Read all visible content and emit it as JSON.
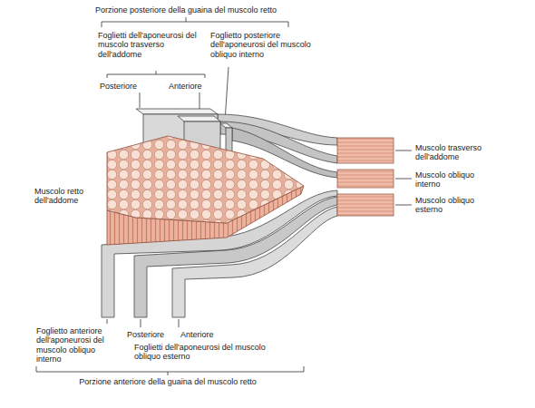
{
  "diagram": {
    "labels": [
      "Porzione posteriore della guaina del muscolo retto",
      "Foglietti dell'aponeurosi del muscolo trasverso dell'addome",
      "Foglietto posteriore dell'aponeurosi del muscolo obliquo interno",
      "Posteriore",
      "Anteriore",
      "Muscolo trasverso dell'addome",
      "Muscolo obliquo interno",
      "Muscolo obliquo esterno",
      "Muscolo retto dell'addome",
      "Foglietto anteriore dell'aponeurosi del muscolo obliquo interno",
      "Posteriore",
      "Anteriore",
      "Foglietti dell'aponeurosi del muscolo obliquo esterno",
      "Porzione anteriore della guaina del muscolo retto"
    ]
  }
}
